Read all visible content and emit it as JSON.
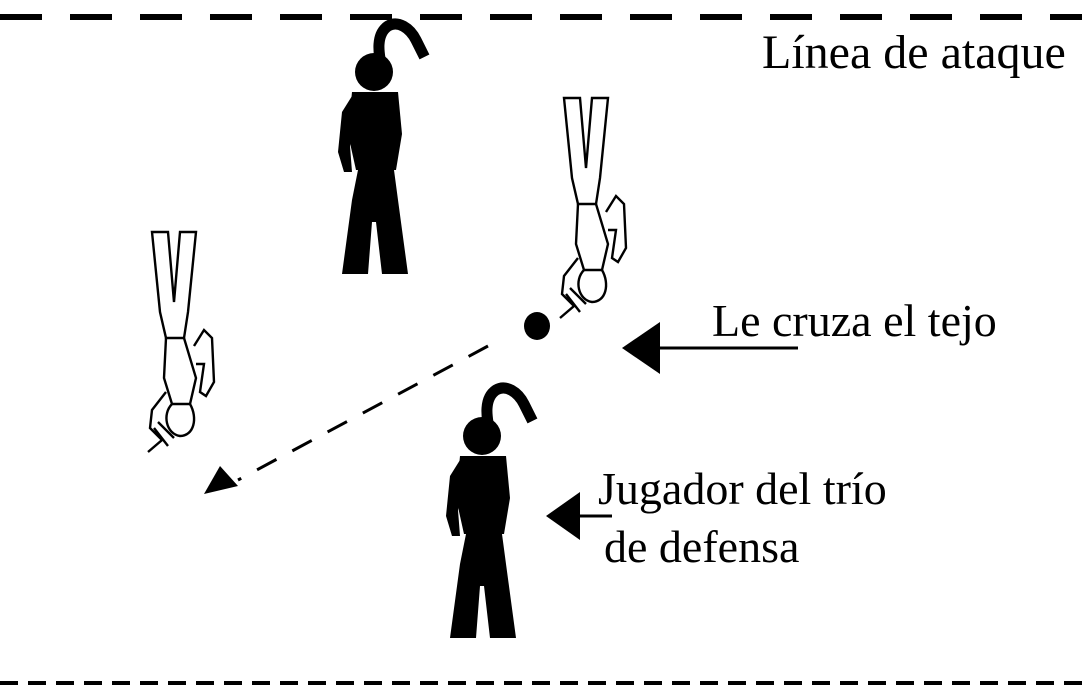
{
  "labels": {
    "attack_line": "Línea de ataque",
    "cross_pass": "Le cruza el tejo",
    "defender_line1": "Jugador del trío",
    "defender_line2": "de defensa"
  },
  "colors": {
    "ink": "#000000",
    "paper": "#ffffff"
  }
}
